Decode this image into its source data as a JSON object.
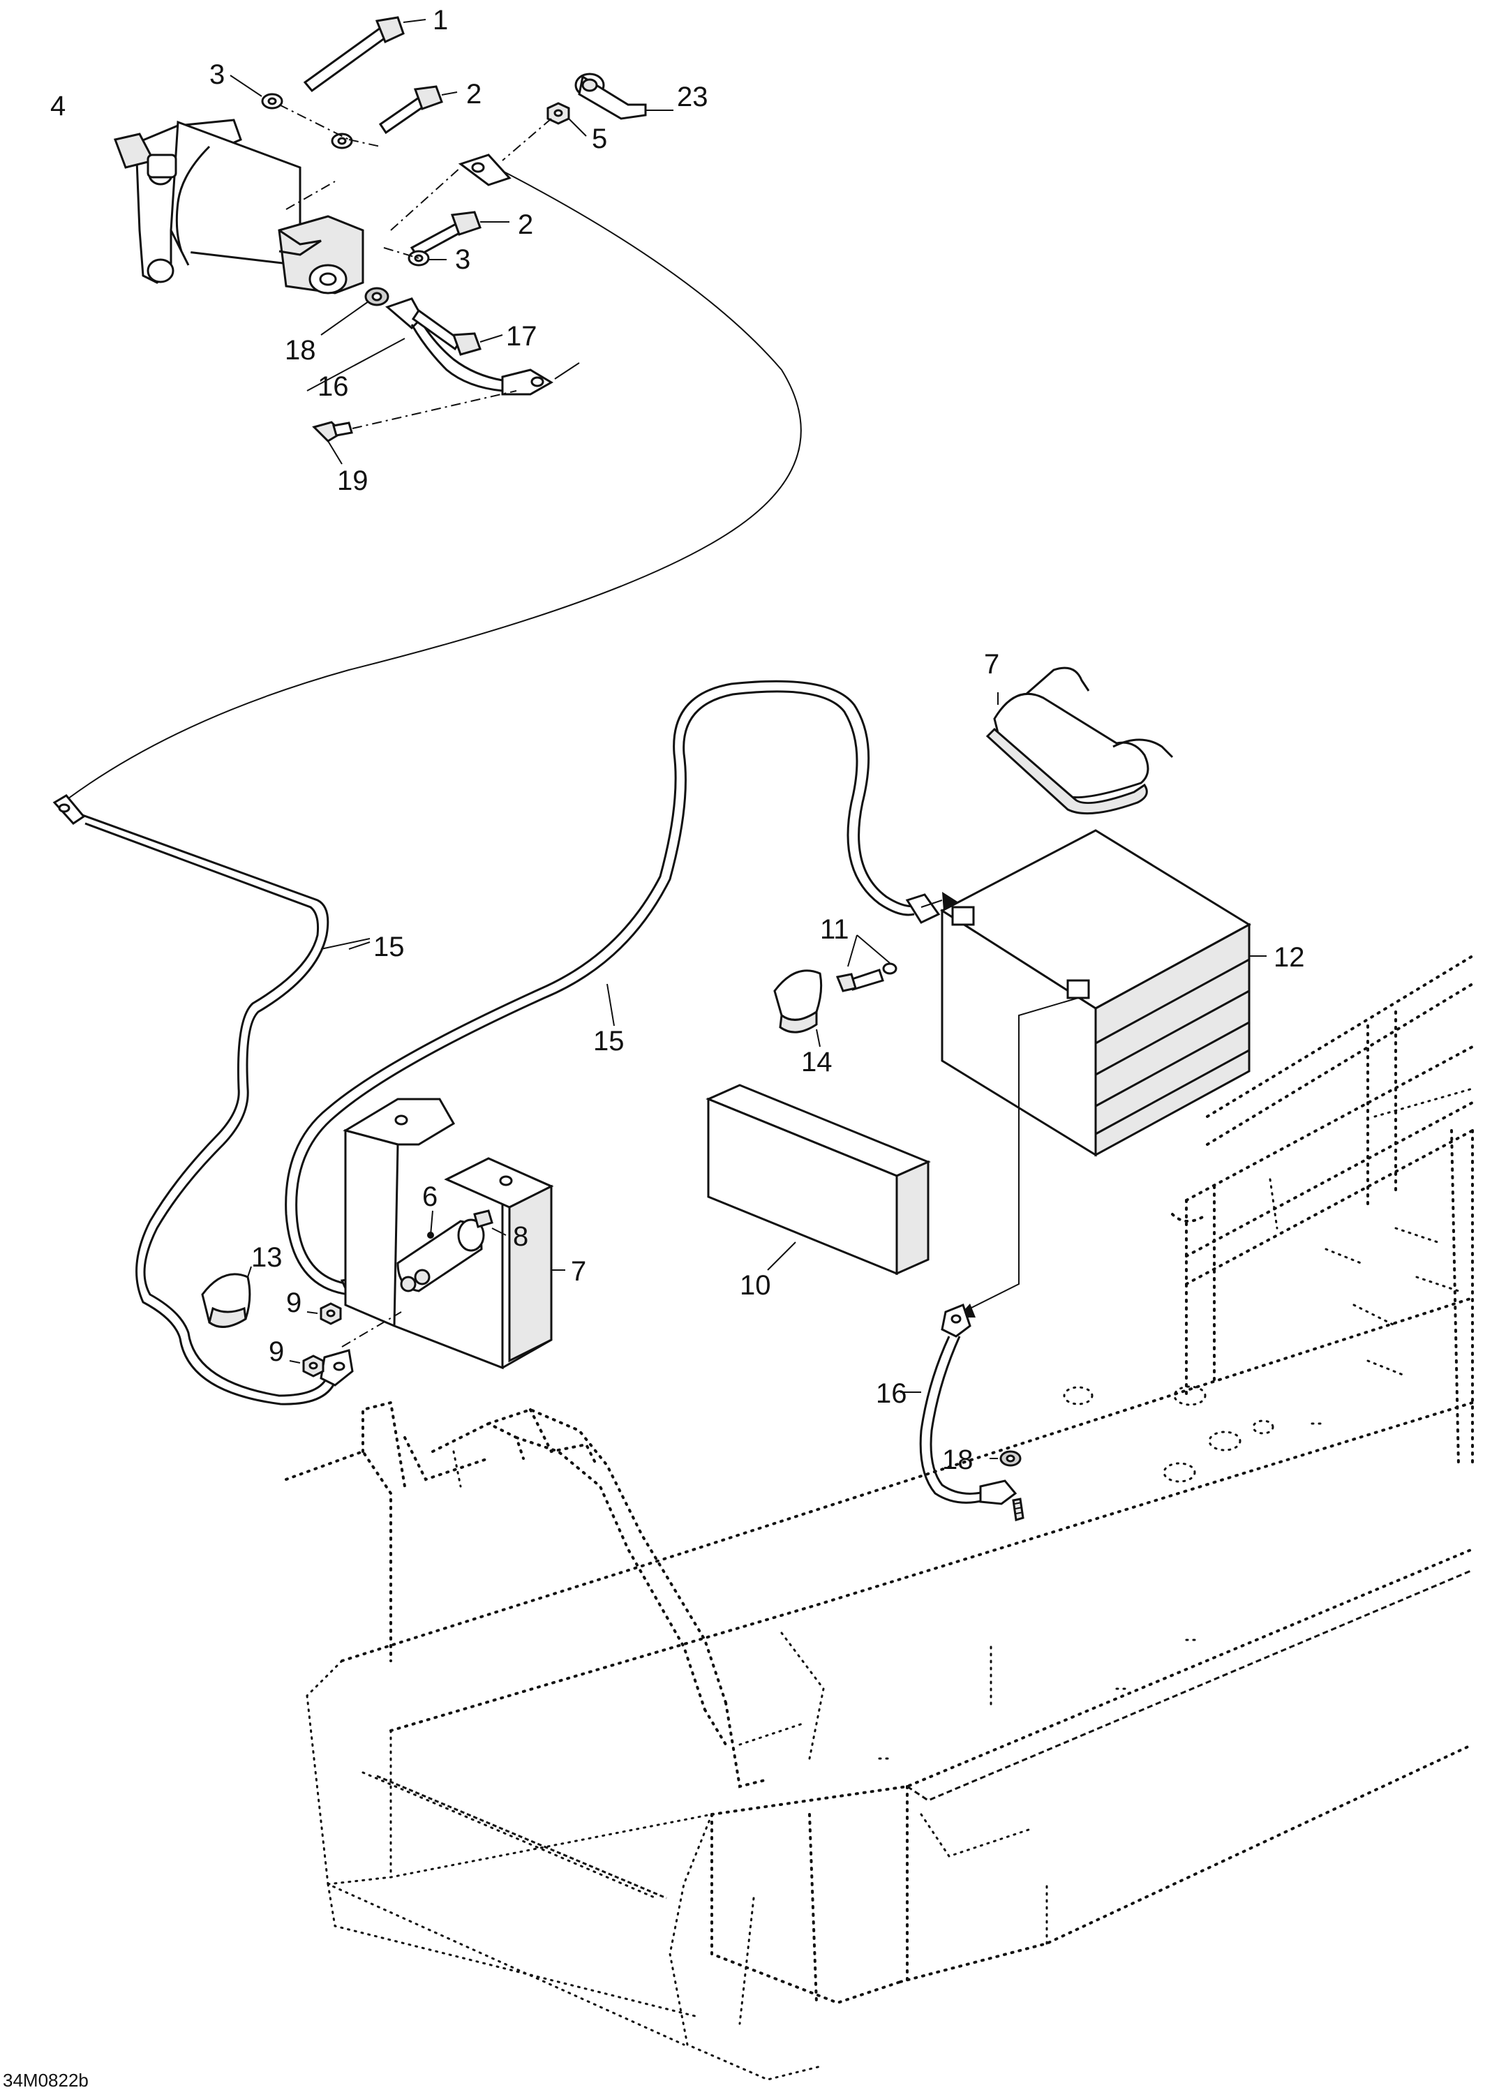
{
  "diagram": {
    "drawing_code": "34M0822b",
    "callouts": [
      {
        "id": "c1",
        "text": "1"
      },
      {
        "id": "c2a",
        "text": "2"
      },
      {
        "id": "c2b",
        "text": "2"
      },
      {
        "id": "c3a",
        "text": "3"
      },
      {
        "id": "c3b",
        "text": "3"
      },
      {
        "id": "c4",
        "text": "4"
      },
      {
        "id": "c5",
        "text": "5"
      },
      {
        "id": "c6",
        "text": "6"
      },
      {
        "id": "c7a",
        "text": "7"
      },
      {
        "id": "c7b",
        "text": "7"
      },
      {
        "id": "c8",
        "text": "8"
      },
      {
        "id": "c9a",
        "text": "9"
      },
      {
        "id": "c9b",
        "text": "9"
      },
      {
        "id": "c10",
        "text": "10"
      },
      {
        "id": "c11",
        "text": "11"
      },
      {
        "id": "c12",
        "text": "12"
      },
      {
        "id": "c13",
        "text": "13"
      },
      {
        "id": "c14",
        "text": "14"
      },
      {
        "id": "c15a",
        "text": "15"
      },
      {
        "id": "c15b",
        "text": "15"
      },
      {
        "id": "c16a",
        "text": "16"
      },
      {
        "id": "c16b",
        "text": "16"
      },
      {
        "id": "c17",
        "text": "17"
      },
      {
        "id": "c18a",
        "text": "18"
      },
      {
        "id": "c18b",
        "text": "18"
      },
      {
        "id": "c19",
        "text": "19"
      },
      {
        "id": "c23",
        "text": "23"
      }
    ]
  }
}
